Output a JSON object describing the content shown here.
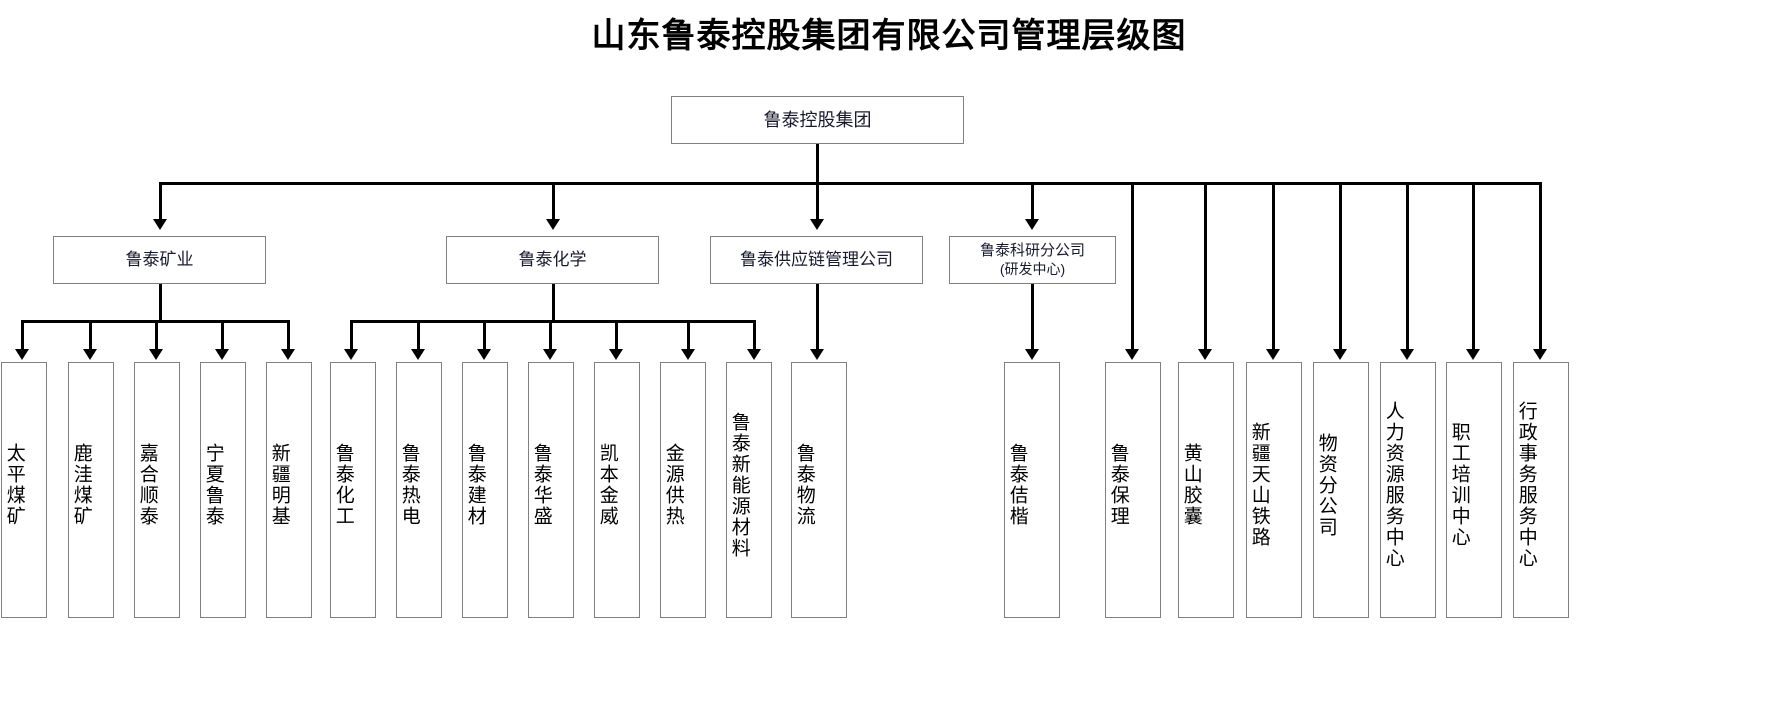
{
  "title": "山东鲁泰控股集团有限公司管理层级图",
  "colors": {
    "box_border": "#808080",
    "connector": "#000000",
    "root_text": "#1a1a2e",
    "leaf_text": "#000000",
    "background": "#ffffff"
  },
  "root": {
    "label": "鲁泰控股集团"
  },
  "divisions": [
    {
      "label": "鲁泰矿业",
      "sublabel": ""
    },
    {
      "label": "鲁泰化学",
      "sublabel": ""
    },
    {
      "label": "鲁泰供应链管理公司",
      "sublabel": ""
    },
    {
      "label": "鲁泰科研分公司",
      "sublabel": "(研发中心)"
    }
  ],
  "mining_units": [
    {
      "label": "太平煤矿"
    },
    {
      "label": "鹿洼煤矿"
    },
    {
      "label": "嘉合顺泰"
    },
    {
      "label": "宁夏鲁泰"
    },
    {
      "label": "新疆明基"
    }
  ],
  "chemical_units": [
    {
      "label": "鲁泰化工"
    },
    {
      "label": "鲁泰热电"
    },
    {
      "label": "鲁泰建材"
    },
    {
      "label": "鲁泰华盛"
    },
    {
      "label": "凯本金威"
    },
    {
      "label": "金源供热"
    },
    {
      "label": "鲁泰新能源材料"
    }
  ],
  "supplychain_units": [
    {
      "label": "鲁泰物流"
    }
  ],
  "research_units": [
    {
      "label": "鲁泰佶楷"
    }
  ],
  "group_units": [
    {
      "label": "鲁泰保理"
    },
    {
      "label": "黄山胶囊"
    },
    {
      "label": "新疆天山铁路"
    },
    {
      "label": "物资分公司"
    },
    {
      "label": "人力资源服务中心"
    },
    {
      "label": "职工培训中心"
    },
    {
      "label": "行政事务服务中心"
    }
  ]
}
